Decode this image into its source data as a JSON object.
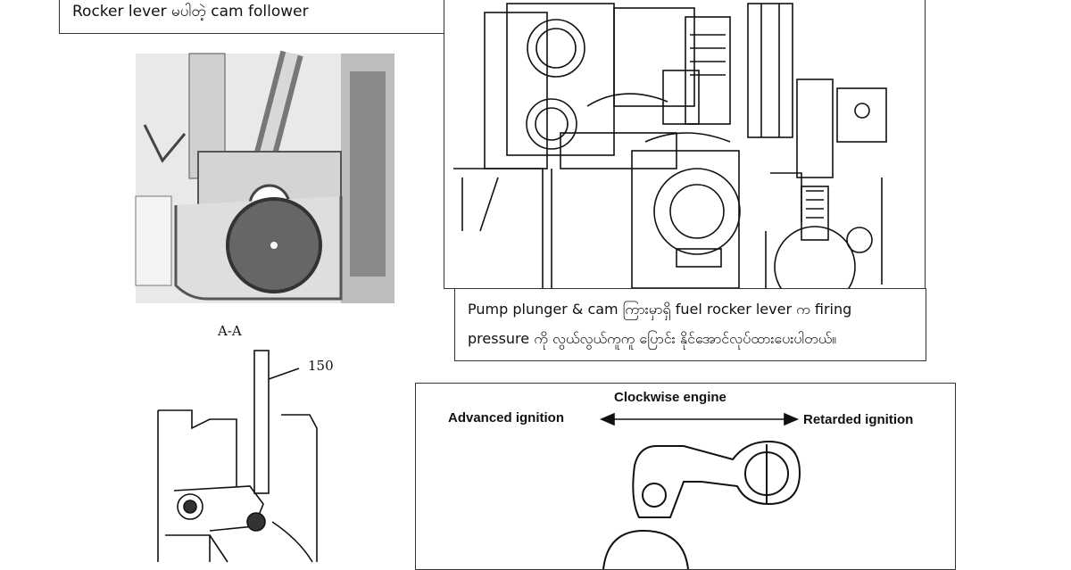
{
  "captions": {
    "top": "Rocker lever မပါတဲ့ cam follower",
    "middle_line1": "Pump plunger & cam ကြားမှာရှိ fuel rocker lever က firing",
    "middle_line2": "pressure  ကို လွယ်လွယ်ကူကူ ပြောင်း နိုင်အောင်လုပ်ထားပေးပါတယ်။"
  },
  "section_label": "A-A",
  "part_number": "150",
  "ignition_diagram": {
    "title": "Clockwise engine",
    "left_label": "Advanced ignition",
    "right_label": "Retarded ignition"
  }
}
